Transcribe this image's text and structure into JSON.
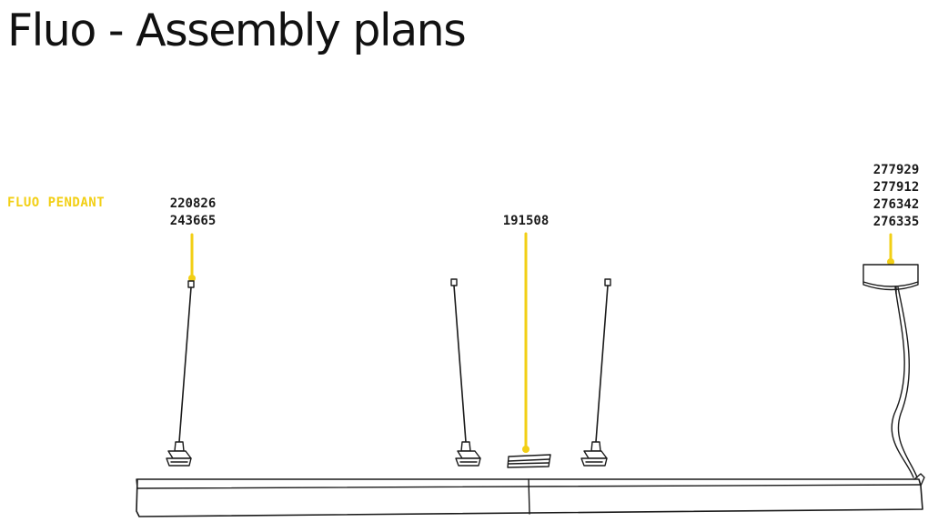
{
  "title": "Fluo - Assembly plans",
  "section_label": "FLUO PENDANT",
  "callouts": [
    {
      "name": "suspension-cable-kit",
      "codes": [
        "220826",
        "243665"
      ]
    },
    {
      "name": "connector-clip",
      "codes": [
        "191508"
      ]
    },
    {
      "name": "ceiling-canopy",
      "codes": [
        "277929",
        "277912",
        "276342",
        "276335"
      ]
    }
  ],
  "colors": {
    "accent": "#f2cf15",
    "line": "#1a1a1a",
    "text": "#111111"
  }
}
